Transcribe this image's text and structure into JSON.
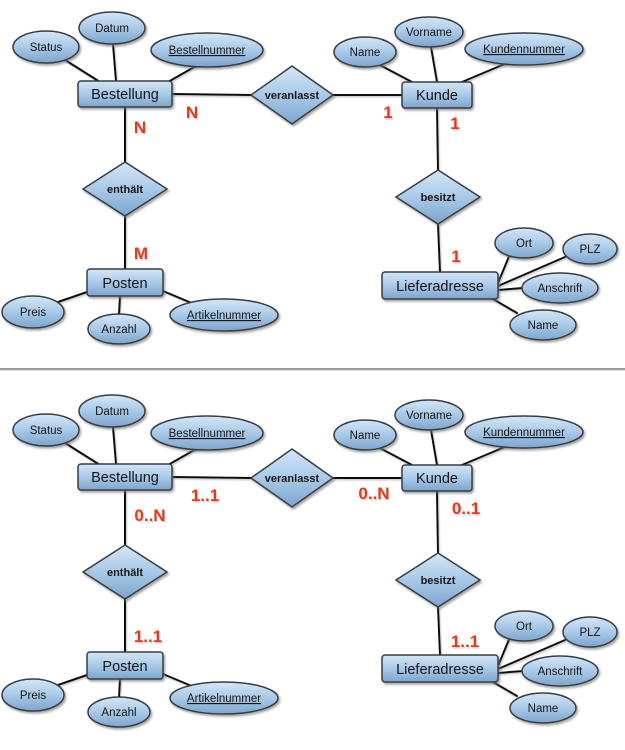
{
  "colors": {
    "shape_gradient_top": "#d4e6f8",
    "shape_gradient_mid": "#a9c9e8",
    "shape_gradient_bottom": "#7da5cd",
    "shape_stroke": "#383c42",
    "connector": "#0b0b0b",
    "cardinality": "#e23a1c",
    "divider": "#9b9b9b",
    "background": "#ffffff"
  },
  "entities": {
    "bestellung": "Bestellung",
    "kunde": "Kunde",
    "posten": "Posten",
    "lieferadresse": "Lieferadresse"
  },
  "relationships": {
    "veranlasst": "veranlasst",
    "enthaelt": "enthält",
    "besitzt": "besitzt"
  },
  "attributes": {
    "status": "Status",
    "datum": "Datum",
    "bestellnummer": "Bestellnummer",
    "name": "Name",
    "vorname": "Vorname",
    "kundennummer": "Kundennummer",
    "preis": "Preis",
    "anzahl": "Anzahl",
    "artikelnummer": "Artikelnummer",
    "ort": "Ort",
    "plz": "PLZ",
    "anschrift": "Anschrift",
    "adressname": "Name"
  },
  "card_top": {
    "bestellung_veranlasst": "N",
    "veranlasst_kunde": "1",
    "bestellung_enthaelt": "N",
    "enthaelt_posten": "M",
    "kunde_besitzt": "1",
    "besitzt_lieferadresse": "1"
  },
  "card_bottom": {
    "bestellung_veranlasst": "1..1",
    "veranlasst_kunde": "0..N",
    "bestellung_enthaelt": "0..N",
    "enthaelt_posten": "1..1",
    "kunde_besitzt": "0..1",
    "besitzt_lieferadresse": "1..1"
  }
}
